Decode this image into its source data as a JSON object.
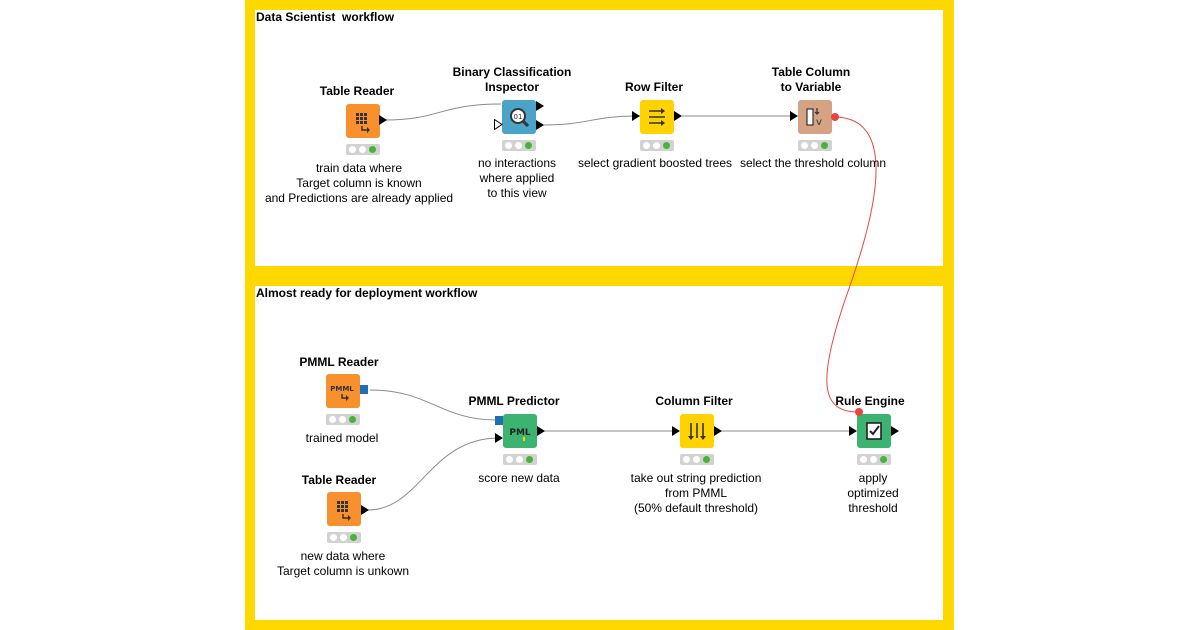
{
  "workflows": {
    "data_scientist": {
      "title": "Data Scientist  workflow",
      "nodes": {
        "table_reader": {
          "title": "Table Reader",
          "annotation": "train data where\nTarget column  is known\nand Predictions are already applied",
          "color": "#F7902D"
        },
        "binary_inspector": {
          "title": "Binary Classification\nInspector",
          "annotation": "no interactions\nwhere applied\nto this view",
          "color": "#4BA3C7"
        },
        "row_filter": {
          "title": "Row Filter",
          "annotation": "select  gradient boosted trees",
          "color": "#FFD200"
        },
        "table_col_to_var": {
          "title": "Table Column\nto Variable",
          "annotation": "select the threshold column",
          "color": "#D4A384"
        }
      }
    },
    "deployment": {
      "title": "Almost ready for deployment workflow",
      "nodes": {
        "pmml_reader": {
          "title": "PMML Reader",
          "annotation": "trained model",
          "icon_text": "PMML",
          "color": "#F7902D"
        },
        "table_reader2": {
          "title": "Table Reader",
          "annotation": "new data where\nTarget column is  unkown",
          "color": "#F7902D"
        },
        "pmml_predictor": {
          "title": "PMML Predictor",
          "annotation": "score new data",
          "icon_text": "PML",
          "color": "#3CB371"
        },
        "column_filter": {
          "title": "Column Filter",
          "annotation": "take out string prediction\nfrom PMML\n(50% default threshold)",
          "color": "#FFD200"
        },
        "rule_engine": {
          "title": "Rule Engine",
          "annotation": "apply\noptimized\nthreshold",
          "color": "#3CB371"
        }
      }
    }
  },
  "colors": {
    "frame": "#FFD800",
    "variable_wire": "#E8463C",
    "data_wire": "#8a8a8a",
    "status_ok": "#45b53a"
  }
}
